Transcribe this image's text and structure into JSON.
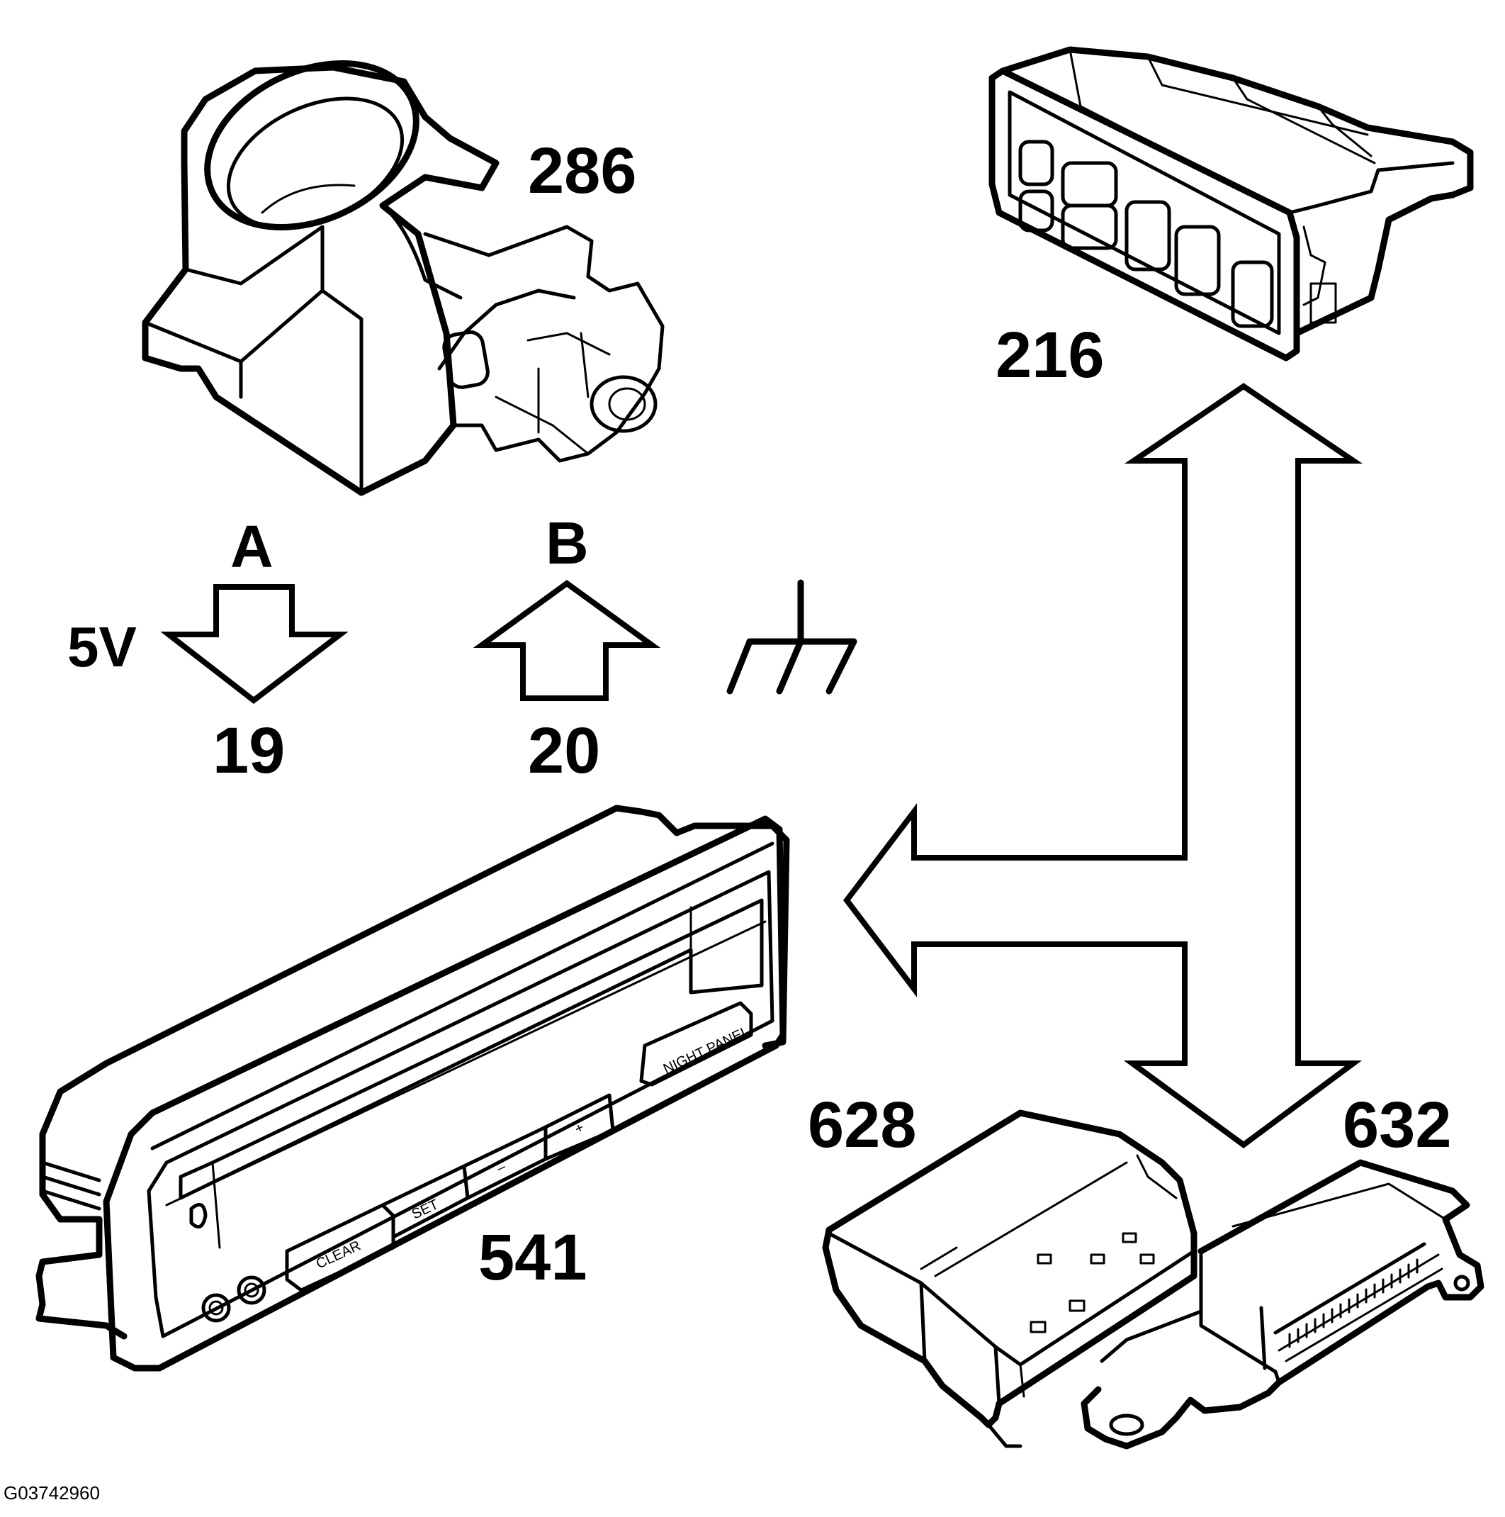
{
  "components": {
    "throttle_body": "286",
    "control_module_top": "216",
    "display_panel": "541",
    "module_628": "628",
    "module_632": "632"
  },
  "signals": {
    "signal_a_letter": "A",
    "signal_b_letter": "B",
    "supply_voltage": "5V",
    "pin_a": "19",
    "pin_b": "20"
  },
  "panel_buttons": {
    "clear": "CLEAR",
    "set": "SET",
    "minus": "–",
    "plus": "+",
    "night_panel": "NIGHT PANEL"
  },
  "figure_id": "G03742960"
}
